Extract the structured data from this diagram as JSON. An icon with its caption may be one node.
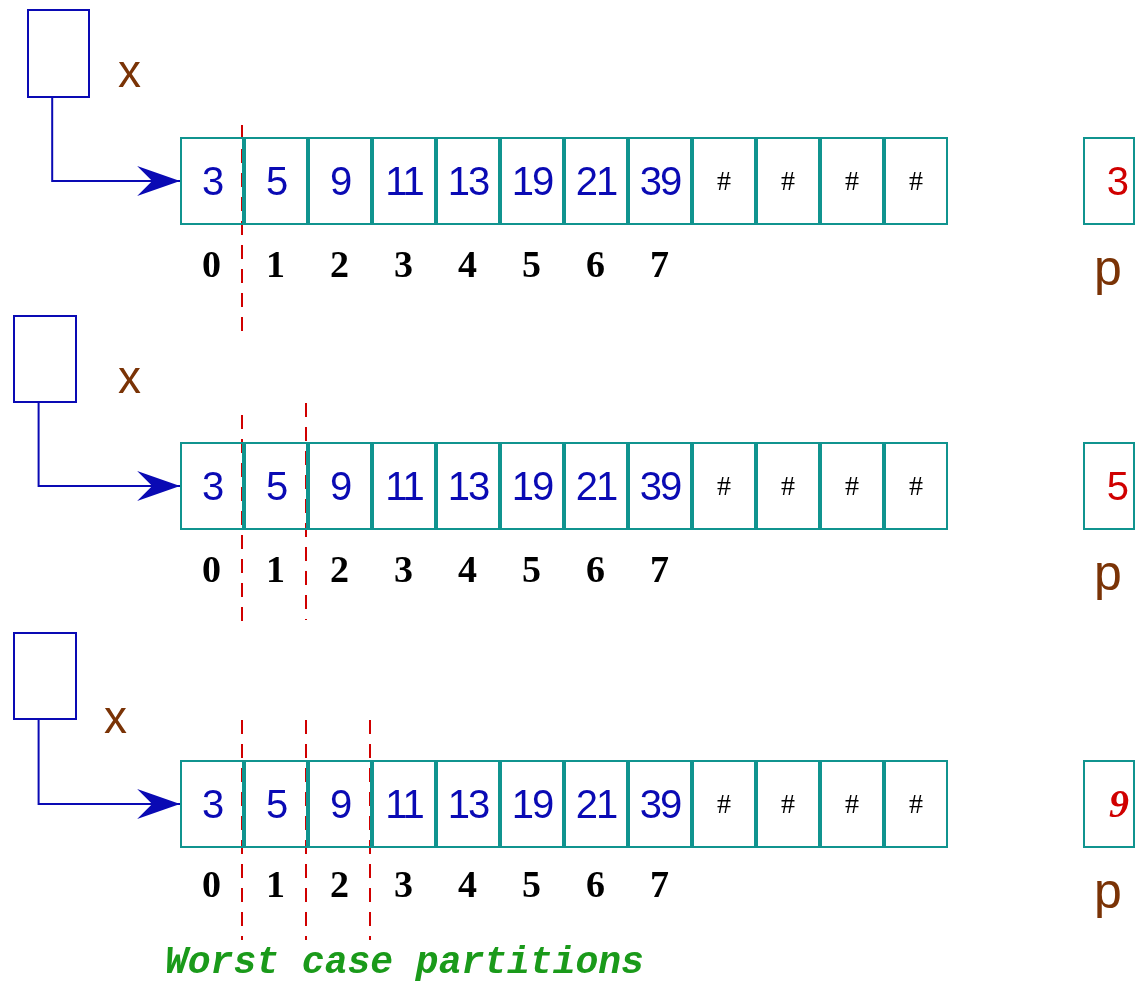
{
  "diagram": {
    "nodes": [
      {
        "text": [],
        "shape": "box",
        "beside": [
          "x"
        ]
      },
      {
        "text": [
          "3"
        ]
      },
      {
        "text": [
          "5"
        ]
      },
      {
        "text": [
          "9"
        ]
      },
      {
        "text": [
          "11"
        ]
      },
      {
        "text": [
          "13"
        ]
      },
      {
        "text": [
          "19"
        ]
      },
      {
        "text": [
          "21"
        ]
      },
      {
        "text": [
          "39"
        ]
      },
      {
        "text": [
          "#"
        ]
      },
      {
        "text": [
          "#"
        ]
      },
      {
        "text": [
          "#"
        ]
      },
      {
        "text": [
          "#"
        ]
      },
      {
        "text": [
          "3"
        ],
        "beside": [
          "p"
        ]
      },
      {
        "text": [],
        "shape": "box",
        "beside": [
          "x"
        ]
      },
      {
        "text": [
          "3"
        ]
      },
      {
        "text": [
          "5"
        ]
      },
      {
        "text": [
          "9"
        ]
      },
      {
        "text": [
          "11"
        ]
      },
      {
        "text": [
          "13"
        ]
      },
      {
        "text": [
          "19"
        ]
      },
      {
        "text": [
          "21"
        ]
      },
      {
        "text": [
          "39"
        ]
      },
      {
        "text": [
          "#"
        ]
      },
      {
        "text": [
          "#"
        ]
      },
      {
        "text": [
          "#"
        ]
      },
      {
        "text": [
          "#"
        ]
      },
      {
        "text": [
          "5"
        ],
        "beside": [
          "p"
        ]
      },
      {
        "text": [],
        "shape": "box",
        "beside": [
          "x"
        ]
      },
      {
        "text": [
          "3"
        ]
      },
      {
        "text": [
          "5"
        ]
      },
      {
        "text": [
          "9"
        ]
      },
      {
        "text": [
          "11"
        ]
      },
      {
        "text": [
          "13"
        ]
      },
      {
        "text": [
          "19"
        ]
      },
      {
        "text": [
          "21"
        ]
      },
      {
        "text": [
          "39"
        ]
      },
      {
        "text": [
          "#"
        ]
      },
      {
        "text": [
          "#"
        ]
      },
      {
        "text": [
          "#"
        ]
      },
      {
        "text": [
          "#"
        ]
      },
      {
        "text": [
          "9"
        ],
        "beside": [
          "p"
        ]
      }
    ],
    "edges": [
      {
        "from": 0,
        "to": 1,
        "arrow": "to"
      },
      {
        "from": 14,
        "to": 15,
        "arrow": "to"
      },
      {
        "from": 28,
        "to": 29,
        "arrow": "to"
      }
    ],
    "labels": [
      "0",
      "1",
      "2",
      "3",
      "4",
      "5",
      "6",
      "7",
      "0",
      "1",
      "2",
      "3",
      "4",
      "5",
      "6",
      "7",
      "0",
      "1",
      "2",
      "3",
      "4",
      "5",
      "6",
      "7",
      "Worst case partitions"
    ]
  }
}
